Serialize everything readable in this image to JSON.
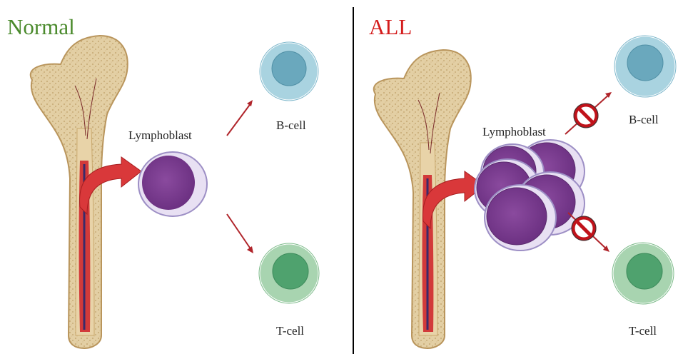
{
  "normal_panel": {
    "heading": "Normal",
    "heading_color": "#4a8a2c",
    "progenitor_label": "Lymphoblast",
    "b_cell_label": "B-cell",
    "t_cell_label": "T-cell"
  },
  "all_panel": {
    "heading": "ALL",
    "heading_color": "#d41c1c",
    "progenitor_label": "Lymphoblast",
    "b_cell_label": "B-cell",
    "t_cell_label": "T-cell"
  },
  "colors": {
    "bone": "#e3cfa4",
    "marrow": "#d23a3a",
    "lymphoblast": "#7a3e8e",
    "b_cell": "#a9d3e0",
    "t_cell": "#a8d4b0",
    "block_sign": "#c0121a"
  },
  "icons": [
    "femur-bone-icon",
    "curved-arrow-icon",
    "prohibited-icon"
  ]
}
